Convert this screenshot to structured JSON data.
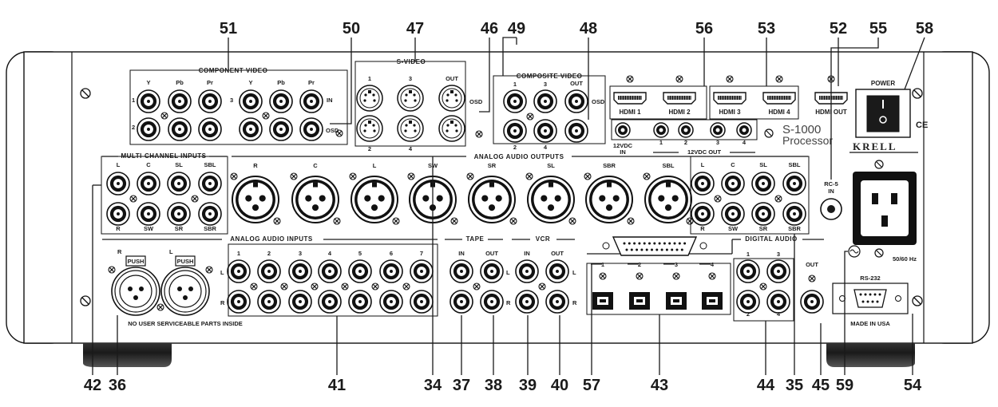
{
  "callouts_top": [
    "51",
    "50",
    "47",
    "46",
    "49",
    "48",
    "56",
    "53",
    "52",
    "55",
    "58"
  ],
  "callouts_bottom": [
    "42",
    "36",
    "41",
    "34",
    "37",
    "38",
    "39",
    "40",
    "57",
    "43",
    "44",
    "35",
    "45",
    "59",
    "54"
  ],
  "sections": {
    "component_video": "COMPONENT VIDEO",
    "s_video": "S-VIDEO",
    "composite_video": "COMPOSITE VIDEO",
    "multi_channel_inputs": "MULTI-CHANNEL INPUTS",
    "analog_audio_outputs": "ANALOG AUDIO OUTPUTS",
    "analog_audio_inputs": "ANALOG AUDIO INPUTS",
    "tape": "TAPE",
    "vcr": "VCR",
    "digital_audio": "DIGITAL AUDIO",
    "twelve_vdc_out": "12VDC OUT"
  },
  "labels": {
    "component_cols": [
      "Y",
      "Pb",
      "Pr",
      "Y",
      "Pb",
      "Pr"
    ],
    "component_rows": [
      "1",
      "2",
      "3"
    ],
    "in": "IN",
    "out": "OUT",
    "osd": "OSD",
    "svideo_nums": [
      "1",
      "3",
      "2",
      "4"
    ],
    "composite_nums": [
      "1",
      "3",
      "2",
      "4"
    ],
    "hdmi": [
      "HDMI 1",
      "HDMI 2",
      "HDMI 3",
      "HDMI 4",
      "HDMI OUT"
    ],
    "twelve_vdc_in": [
      "12VDC",
      "IN"
    ],
    "twelve_vdc_nums": [
      "1",
      "2",
      "3",
      "4"
    ],
    "model": "S-1000",
    "processor": "Processor",
    "brand": "KRELL",
    "power": "POWER",
    "ce": "CE",
    "multi_top": [
      "L",
      "C",
      "SL",
      "SBL"
    ],
    "multi_bottom": [
      "R",
      "SW",
      "SR",
      "SBR"
    ],
    "xlr_labels": [
      "R",
      "C",
      "L",
      "SW",
      "SR",
      "SL",
      "SBR",
      "SBL"
    ],
    "rc5": [
      "RC-5",
      "IN"
    ],
    "hz": "50/60 Hz",
    "push": "PUSH",
    "lr": [
      "L",
      "R"
    ],
    "aai_nums": [
      "1",
      "2",
      "3",
      "4",
      "5",
      "6",
      "7"
    ],
    "no_user": "NO USER SERVICEABLE PARTS INSIDE",
    "optical_nums": [
      "1",
      "2",
      "3",
      "4"
    ],
    "digital_nums": [
      "1",
      "3",
      "2",
      "4"
    ],
    "rs232": "RS-232",
    "made_in": "MADE IN USA"
  }
}
